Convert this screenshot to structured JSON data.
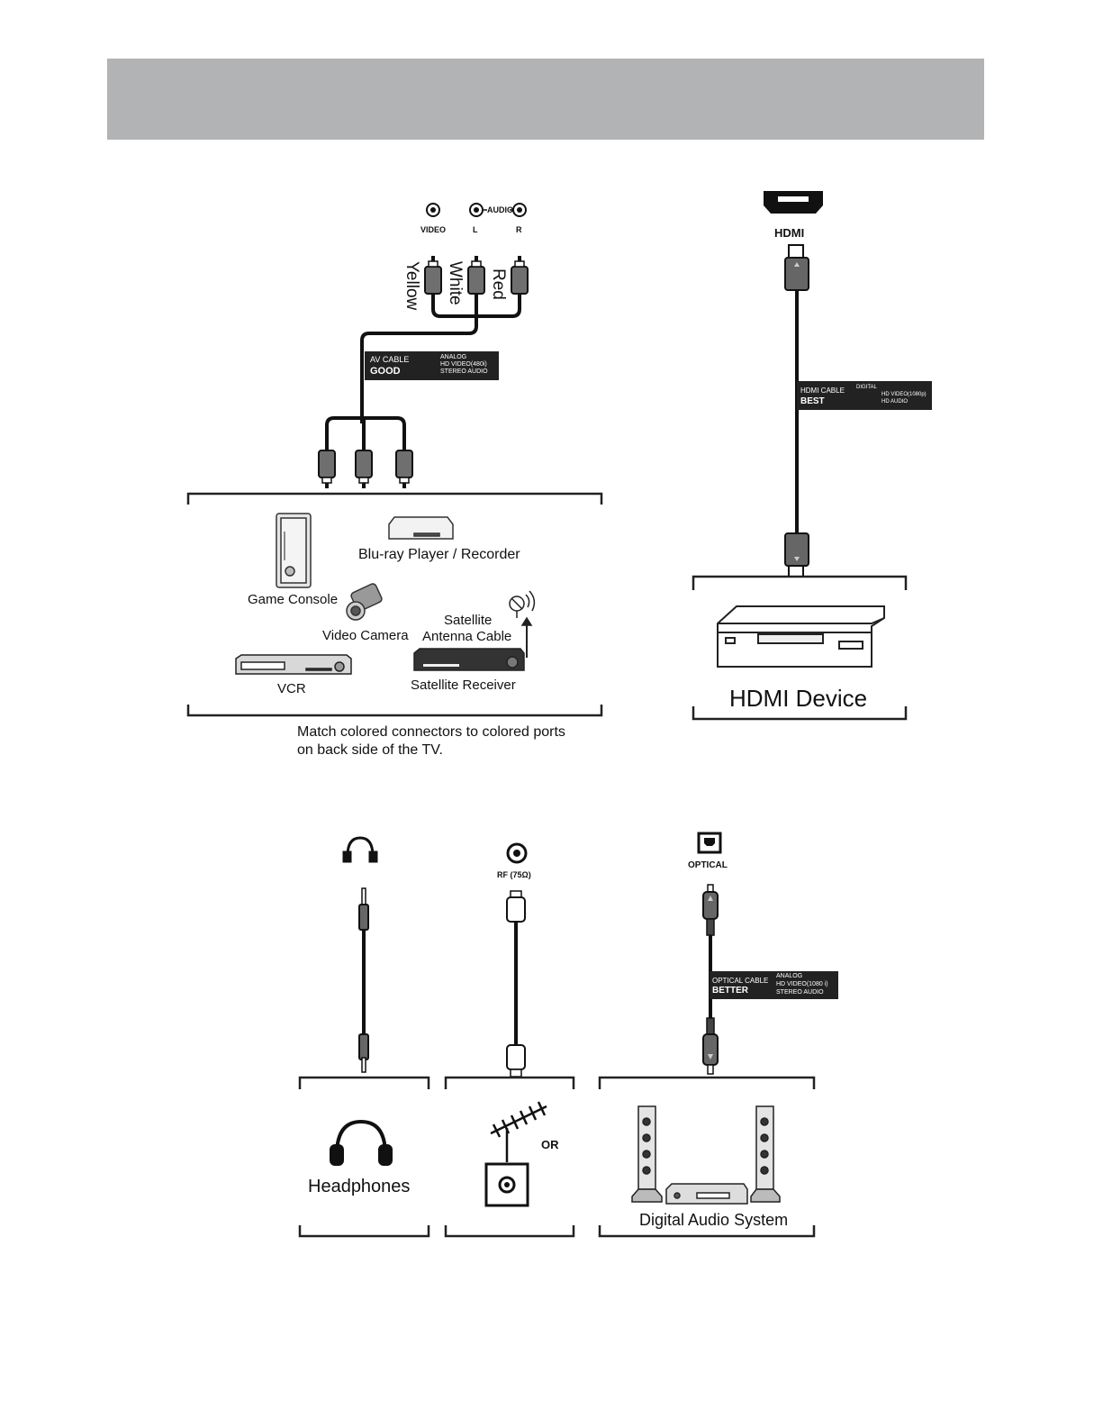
{
  "av": {
    "ports": {
      "video": "VIDEO",
      "audio": "AUDIO",
      "left": "L",
      "right": "R"
    },
    "colors": {
      "yellow": "Yellow",
      "white": "White",
      "red": "Red"
    },
    "cable": {
      "name": "AV CABLE",
      "rating": "GOOD",
      "spec1": "ANALOG",
      "spec2": "HD VIDEO(480i)",
      "spec3": "STEREO AUDIO"
    },
    "devices": {
      "bluray": "Blu-ray Player / Recorder",
      "console": "Game Console",
      "camera": "Video Camera",
      "satellite_cable_1": "Satellite",
      "satellite_cable_2": "Antenna Cable",
      "vcr": "VCR",
      "receiver": "Satellite Receiver"
    },
    "note_1": "Match colored connectors to colored ports",
    "note_2": "on back side of the TV."
  },
  "hdmi": {
    "port": "HDMI",
    "cable": {
      "name": "HDMI CABLE",
      "rating": "BEST",
      "spec1": "DIGITAL",
      "spec2": "HD VIDEO(1080p)",
      "spec3": "HD AUDIO"
    },
    "device": "HDMI Device"
  },
  "rf": {
    "port": "RF (75Ω)",
    "or": "OR"
  },
  "optical": {
    "port": "OPTICAL",
    "cable": {
      "name": "OPTICAL CABLE",
      "rating": "BETTER",
      "spec1": "ANALOG",
      "spec2": "HD VIDEO(1080 i)",
      "spec3": "STEREO AUDIO"
    },
    "device": "Digital Audio System"
  },
  "headphones": {
    "device": "Headphones"
  }
}
